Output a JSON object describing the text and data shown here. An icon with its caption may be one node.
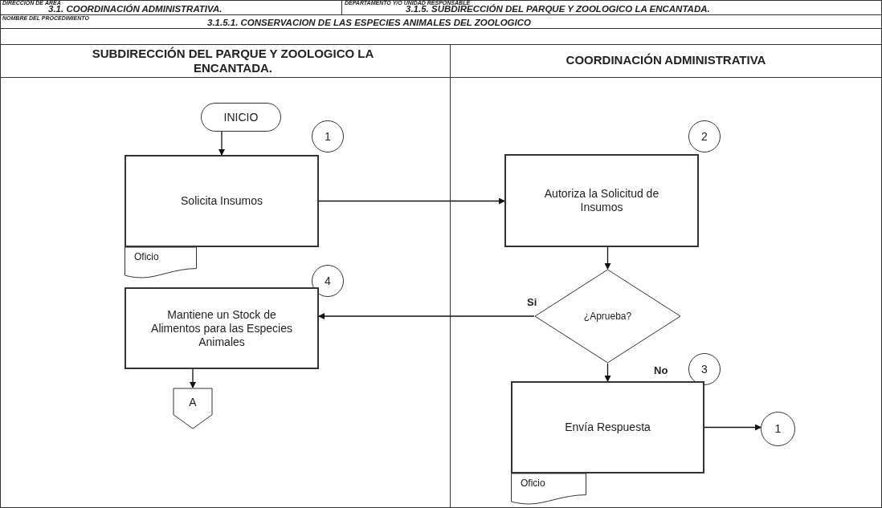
{
  "diagram": {
    "title": "3.1.5.1. CONSERVACION DE LAS ESPECIES ANIMALES DEL ZOOLOGICO",
    "nodes": [
      {
        "text": [
          "INICIO"
        ]
      },
      {
        "text": [
          "1"
        ]
      },
      {
        "text": [
          "Solicita Insumos"
        ]
      },
      {
        "text": [
          "Oficio"
        ]
      },
      {
        "text": [
          "4"
        ]
      },
      {
        "text": [
          "Mantiene un Stock de Alimentos para las Especies Animales"
        ]
      },
      {
        "text": [
          "A"
        ]
      },
      {
        "text": [
          "2"
        ]
      },
      {
        "text": [
          "Autoriza la Solicitud de Insumos"
        ]
      },
      {
        "text": [
          "¿Aprueba?"
        ]
      },
      {
        "text": [
          "3"
        ]
      },
      {
        "text": [
          "Envía Respuesta"
        ]
      },
      {
        "text": [
          "Oficio"
        ]
      },
      {
        "text": [
          "1"
        ]
      }
    ],
    "edges": [
      {
        "from": 0,
        "to": 2,
        "arrow": "to"
      },
      {
        "from": 2,
        "to": 8,
        "arrow": "to"
      },
      {
        "from": 8,
        "to": 9,
        "arrow": "to"
      },
      {
        "from": 9,
        "to": 5,
        "arrow": "to",
        "label": "Si"
      },
      {
        "from": 9,
        "to": 11,
        "arrow": "to",
        "label": "No"
      },
      {
        "from": 5,
        "to": 6,
        "arrow": "to"
      },
      {
        "from": 11,
        "to": 13,
        "arrow": "to"
      }
    ],
    "labels": [
      "DIRECCIÓN DE ÁREA",
      "3.1. COORDINACIÓN ADMINISTRATIVA.",
      "DEPARTAMENTO Y/O UNIDAD RESPONSABLE",
      "3.1.5. SUBDIRECCIÓN DEL PARQUE Y ZOOLOGICO LA ENCANTADA.",
      "NOMBRE DEL PROCEDIMIENTO",
      "SUBDIRECCIÓN DEL PARQUE Y ZOOLOGICO LA ENCANTADA.",
      "COORDINACIÓN ADMINISTRATIVA"
    ]
  }
}
